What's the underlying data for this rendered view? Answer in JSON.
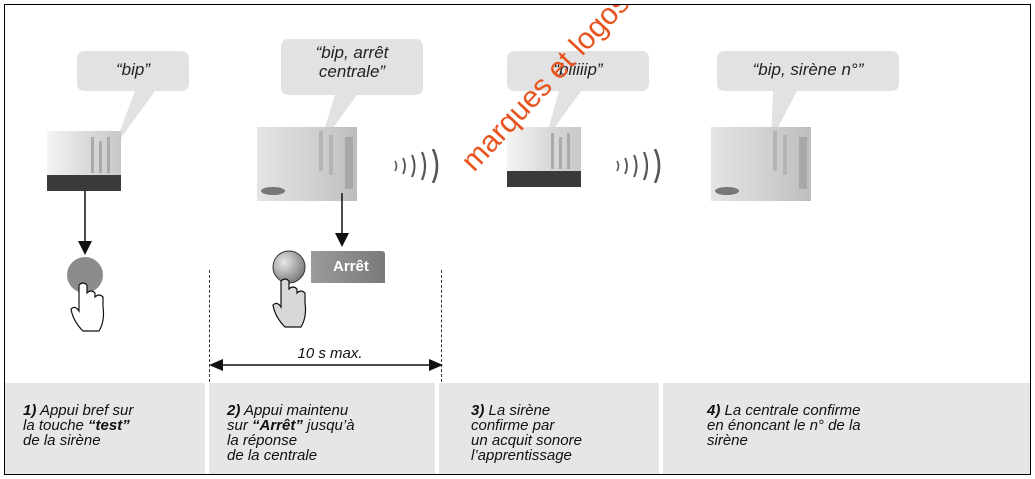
{
  "bubbles": [
    {
      "text": "“bip”"
    },
    {
      "text": "“bip, arrêt\ncentrale”"
    },
    {
      "text": "“biiiiip”"
    },
    {
      "text": "“bip, sirène n°”"
    }
  ],
  "button_label": "Arrêt",
  "timer_label": "10 s max.",
  "steps": [
    {
      "num": "1)",
      "pre": " Appui bref sur\nla touche ",
      "bold": "“test”",
      "post": "\nde la sirène"
    },
    {
      "num": "2)",
      "pre": " Appui maintenu\nsur ",
      "bold": "“Arrêt”",
      "post": " jusqu’à\nla réponse\nde la centrale"
    },
    {
      "num": "3)",
      "pre": " La sirène\nconfirme par\nun acquit sonore\nl’apprentissage",
      "bold": "",
      "post": ""
    },
    {
      "num": "4)",
      "pre": " La centrale confirme\nen énoncant le n° de la\nsirène",
      "bold": "",
      "post": ""
    }
  ],
  "watermark": "marques et logos propriété de",
  "colors": {
    "panel": "#e6e6e6",
    "watermark": "#e8541e",
    "bubble": "#e2e2e2"
  }
}
